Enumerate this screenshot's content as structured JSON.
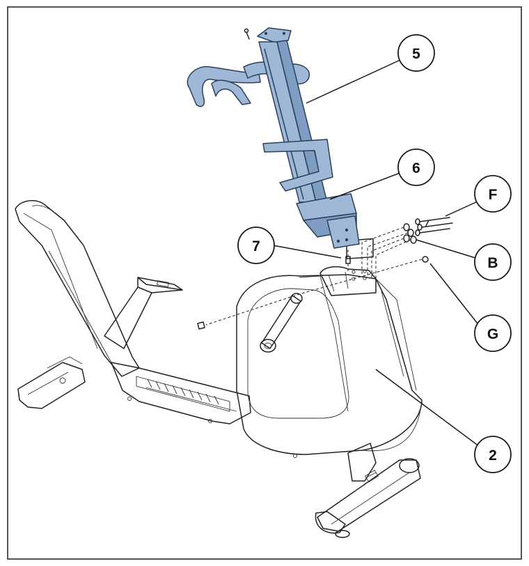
{
  "colors": {
    "part_highlight": "#9fb8d8",
    "part_highlight_dark": "#7f9cc2",
    "outline": "#222222",
    "background": "#ffffff"
  },
  "callouts": [
    {
      "id": "5",
      "label": "5"
    },
    {
      "id": "6",
      "label": "6"
    },
    {
      "id": "F",
      "label": "F"
    },
    {
      "id": "7",
      "label": "7"
    },
    {
      "id": "B",
      "label": "B"
    },
    {
      "id": "G",
      "label": "G"
    },
    {
      "id": "2",
      "label": "2"
    }
  ]
}
